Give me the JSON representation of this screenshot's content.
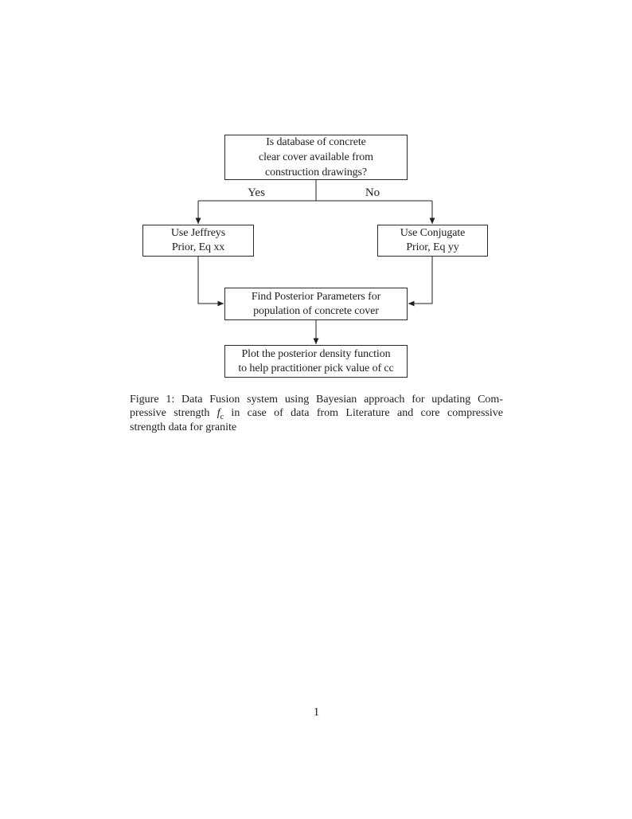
{
  "page": {
    "background_color": "#ffffff",
    "ink_color": "#1f1f1f",
    "number": "1"
  },
  "figure": {
    "flowchart": {
      "nodes": {
        "question": "Is database of concrete\nclear cover available from\nconstruction drawings?",
        "jeffreys": "Use Jeffreys\nPrior, Eq xx",
        "conjugate": "Use Conjugate\nPrior, Eq yy",
        "posterior": "Find Posterior Parameters for\npopulation of concrete cover",
        "plot": "Plot the posterior density function\nto help practitioner pick value of cc"
      },
      "edge_labels": {
        "yes": "Yes",
        "no": "No"
      }
    },
    "caption": {
      "line1": "Figure 1: Data Fusion system using Bayesian approach for updating Com-",
      "line2_prefix": "pressive strength ",
      "math_variable": "f",
      "math_subscript": "c",
      "line2_suffix": " in case of data from Literature and core compressive",
      "line3": "strength data for granite"
    }
  }
}
